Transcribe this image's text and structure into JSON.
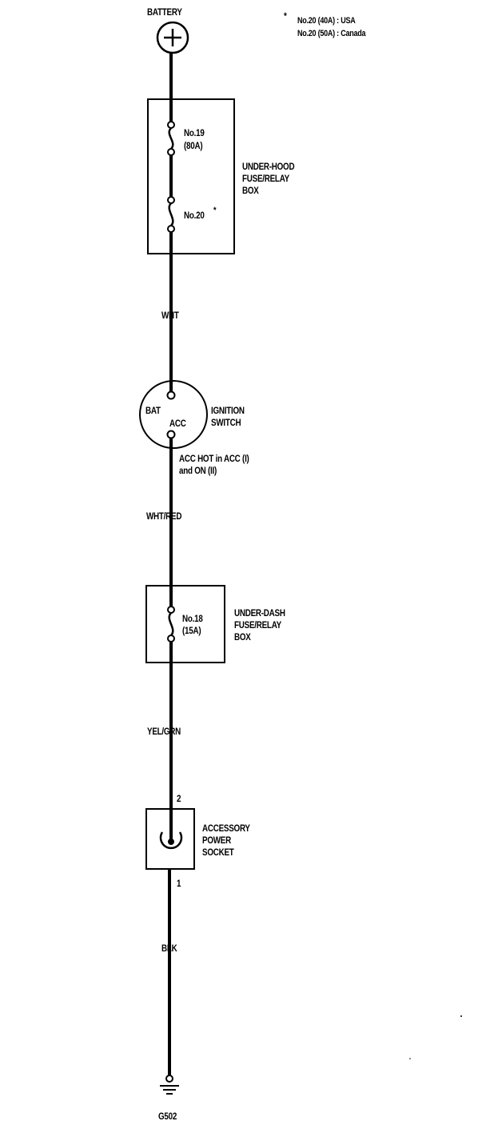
{
  "footnote": {
    "marker": "*",
    "line1": "No.20 (40A)  : USA",
    "line2": "No.20 (50A)  : Canada"
  },
  "battery": {
    "label": "BATTERY",
    "symbol": "+"
  },
  "under_hood_box": {
    "label_line1": "UNDER-HOOD",
    "label_line2": "FUSE/RELAY",
    "label_line3": "BOX",
    "fuse_a_line1": "No.19",
    "fuse_a_line2": "(80A)",
    "fuse_b": "No.20",
    "fuse_b_marker": "*"
  },
  "wires": {
    "w1": "WHT",
    "w2": "WHT/RED",
    "w3": "YEL/GRN",
    "w4": "BLK"
  },
  "ignition_switch": {
    "label_line1": "IGNITION",
    "label_line2": "SWITCH",
    "terminal_bat": "BAT",
    "terminal_acc": "ACC",
    "note_line1": "ACC HOT in ACC (I)",
    "note_line2": "and ON (II)"
  },
  "under_dash_box": {
    "label_line1": "UNDER-DASH",
    "label_line2": "FUSE/RELAY",
    "label_line3": "BOX",
    "fuse_line1": "No.18",
    "fuse_line2": "(15A)"
  },
  "socket": {
    "label_line1": "ACCESSORY",
    "label_line2": "POWER",
    "label_line3": "SOCKET",
    "pin_top": "2",
    "pin_bottom": "1"
  },
  "ground": {
    "label": "G502"
  }
}
